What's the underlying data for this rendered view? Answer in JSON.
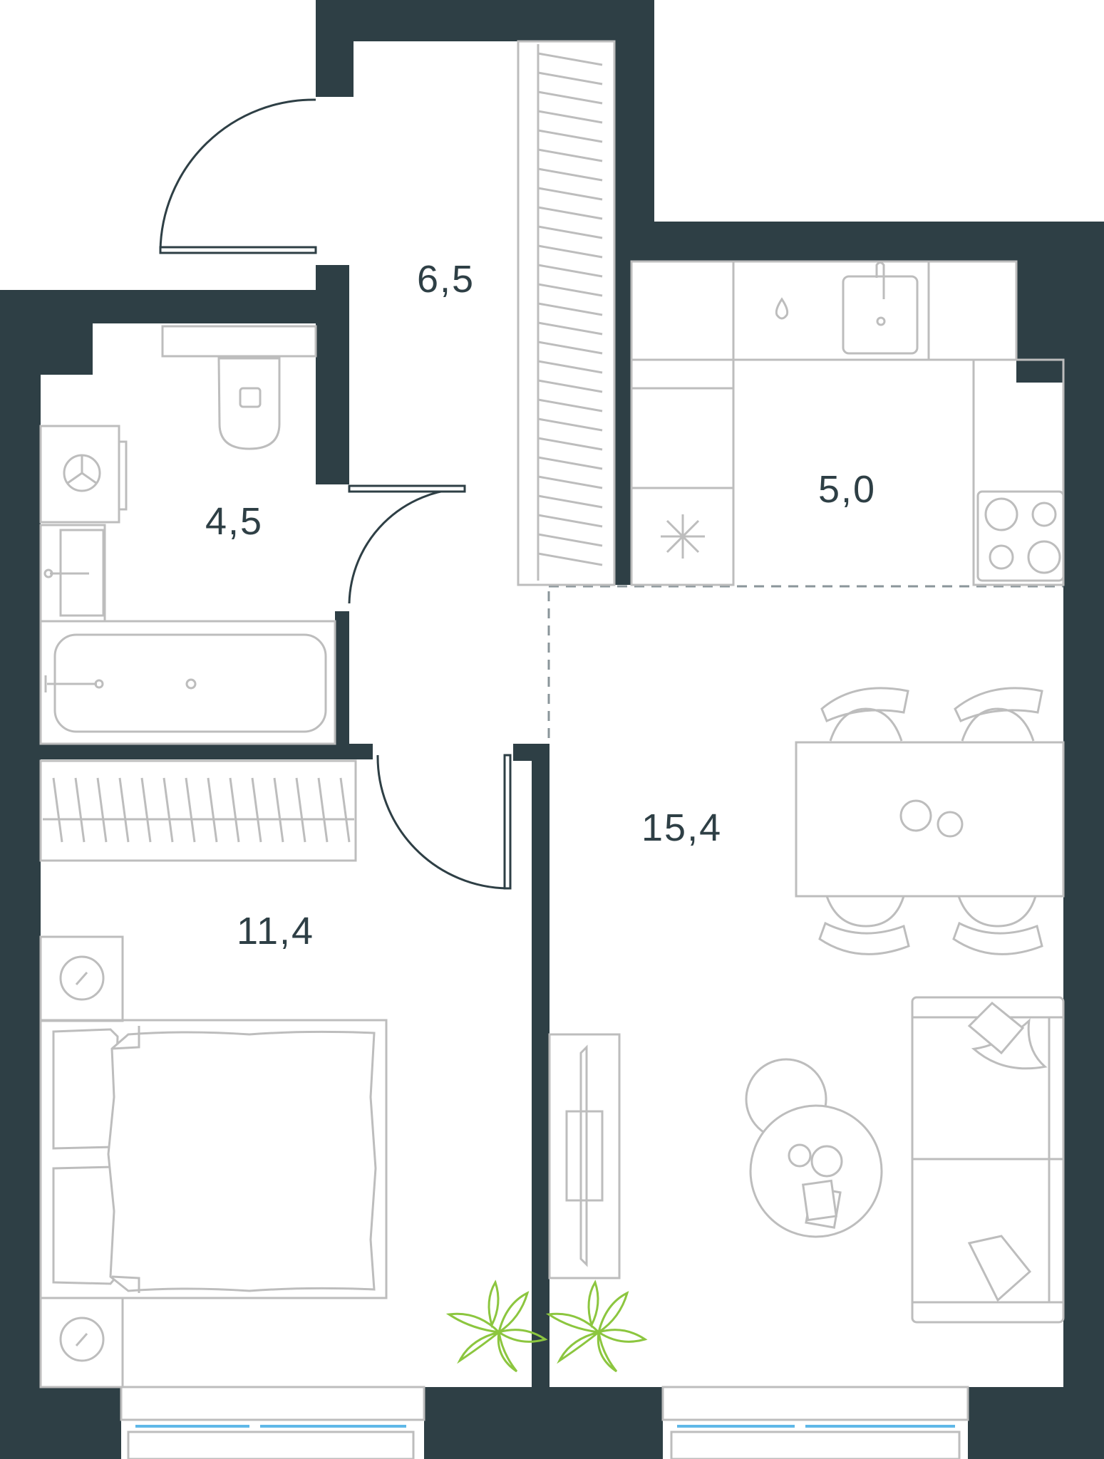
{
  "plan": {
    "rooms": [
      {
        "id": "hall",
        "name": "hall",
        "area": "6,5"
      },
      {
        "id": "bathroom",
        "name": "bathroom",
        "area": "4,5"
      },
      {
        "id": "kitchen",
        "name": "kitchen",
        "area": "5,0"
      },
      {
        "id": "living",
        "name": "living",
        "area": "15,4"
      },
      {
        "id": "bedroom",
        "name": "bedroom",
        "area": "11,4"
      }
    ],
    "colors": {
      "wall": "#2e3f45",
      "furniture": "#bdbdbd",
      "plant": "#8cc63f",
      "window_glass": "#5fb8e8"
    },
    "icons": [
      "door-swing-icon",
      "wardrobe-icon",
      "toilet-icon",
      "sink-icon",
      "bathtub-icon",
      "washing-machine-icon",
      "stove-icon",
      "fridge-icon",
      "dining-table-icon",
      "chair-icon",
      "sofa-icon",
      "coffee-table-icon",
      "tv-stand-icon",
      "bed-icon",
      "nightstand-icon",
      "plant-icon",
      "window-icon"
    ]
  }
}
